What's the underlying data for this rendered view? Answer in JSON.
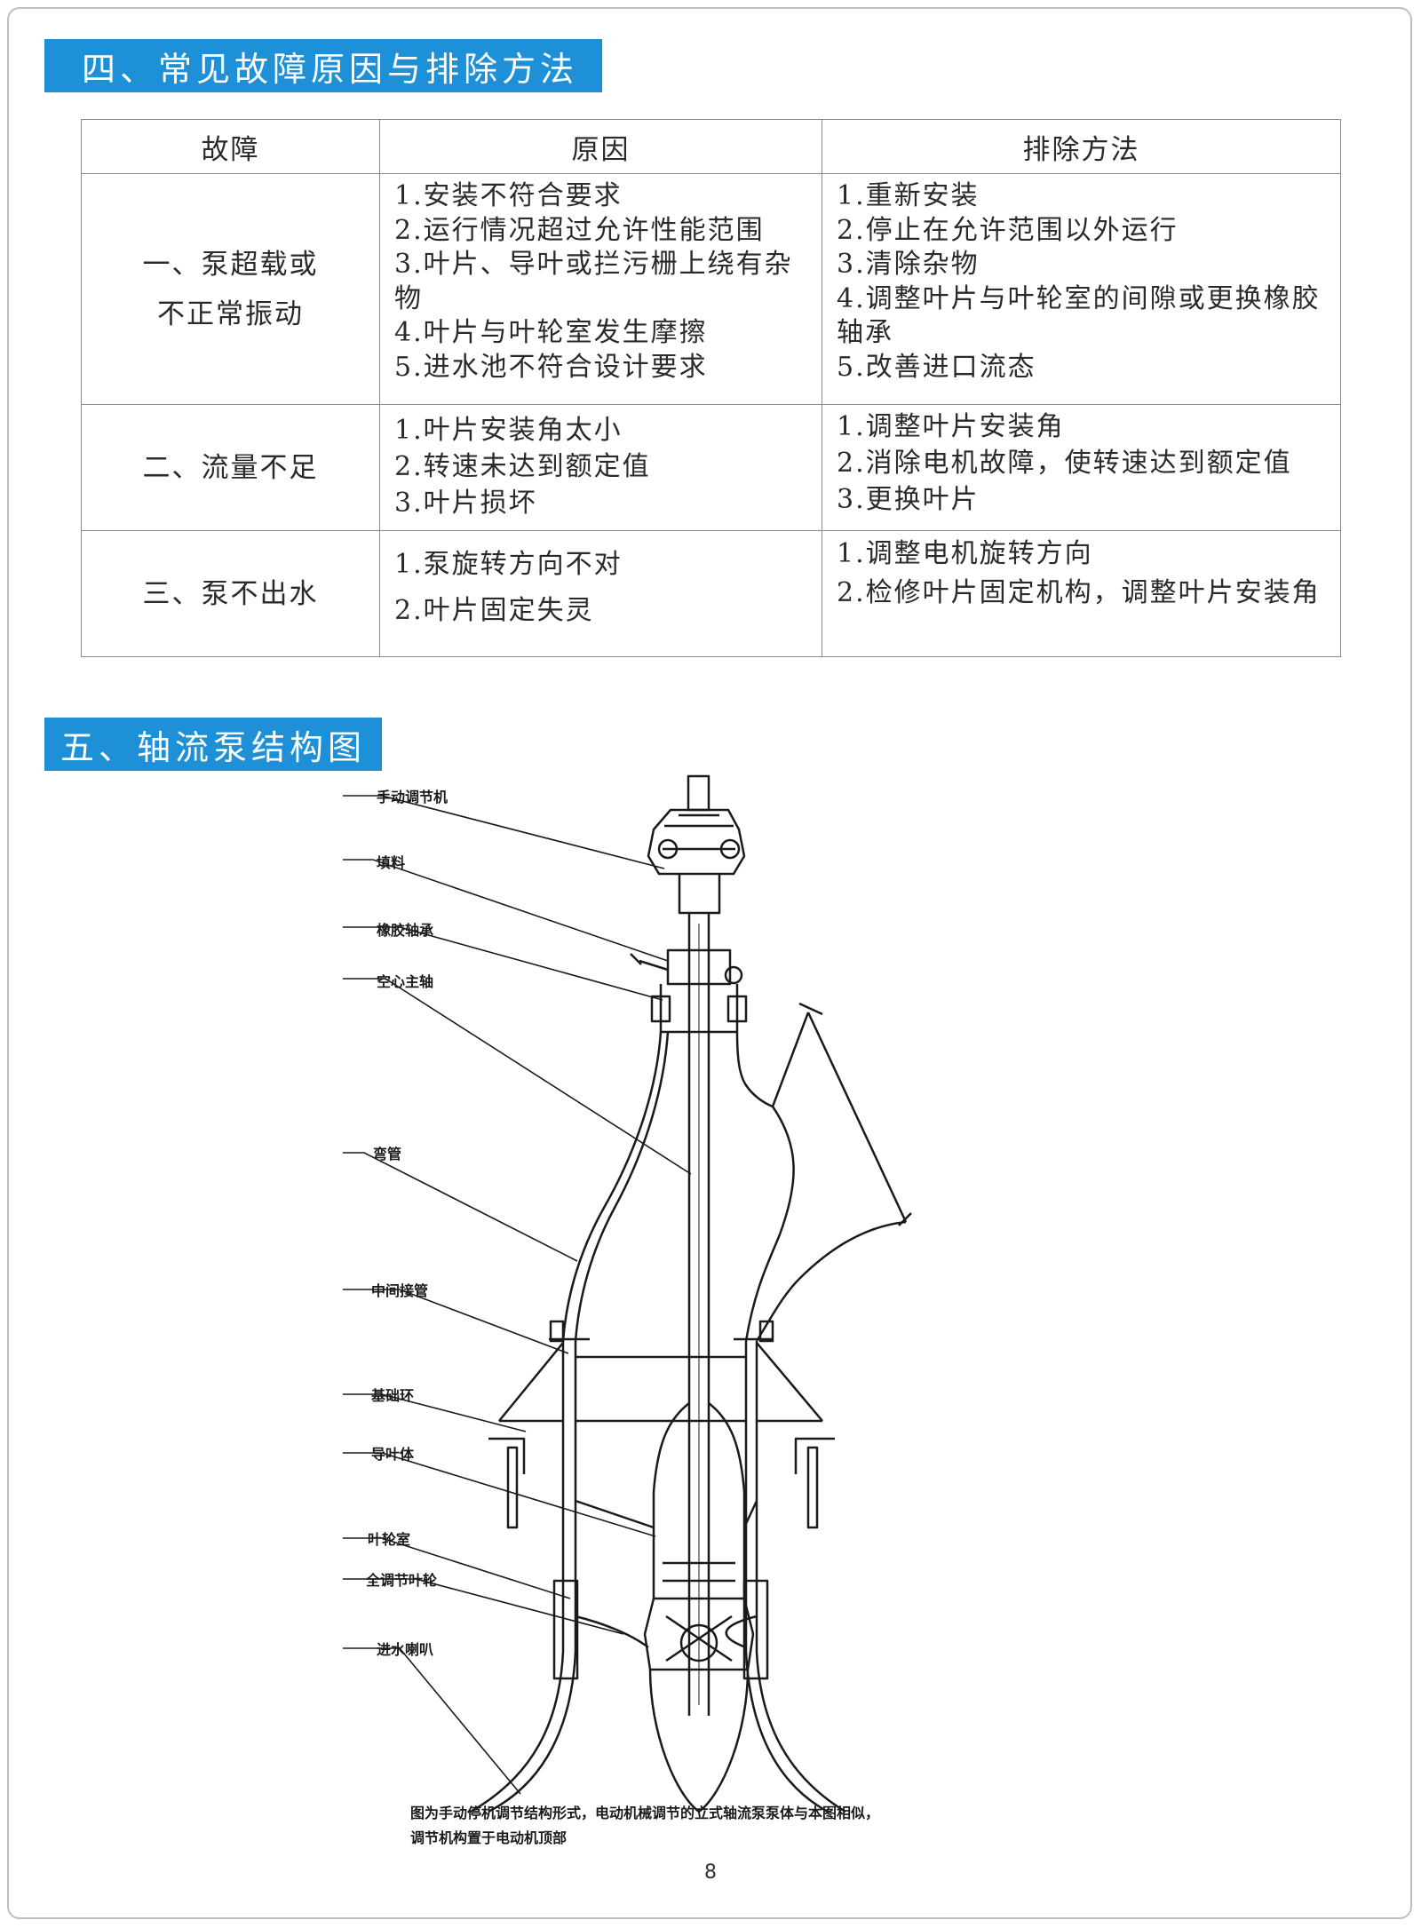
{
  "section4": {
    "title": "四、常见故障原因与排除方法"
  },
  "table": {
    "headers": [
      "故障",
      "原因",
      "排除方法"
    ],
    "rows": [
      {
        "fault": [
          "一、泵超载或",
          "不正常振动"
        ],
        "causes": [
          "1.安装不符合要求",
          "2.运行情况超过允许性能范围",
          "3.叶片、导叶或拦污栅上绕有杂物",
          "4.叶片与叶轮室发生摩擦",
          "5.进水池不符合设计要求"
        ],
        "remedies": [
          "1.重新安装",
          "2.停止在允许范围以外运行",
          "3.清除杂物",
          "4.调整叶片与叶轮室的间隙或更换橡胶轴承",
          "5.改善进口流态"
        ]
      },
      {
        "fault": [
          "二、流量不足"
        ],
        "causes": [
          "1.叶片安装角太小",
          "2.转速未达到额定值",
          "3.叶片损坏"
        ],
        "remedies": [
          "1.调整叶片安装角",
          "2.消除电机故障，使转速达到额定值",
          "3.更换叶片"
        ]
      },
      {
        "fault": [
          "三、泵不出水"
        ],
        "causes": [
          "1.泵旋转方向不对",
          "2.叶片固定失灵"
        ],
        "remedies": [
          "1.调整电机旋转方向",
          "2.检修叶片固定机构，调整叶片安装角"
        ]
      }
    ]
  },
  "section5": {
    "title": "五、轴流泵结构图"
  },
  "diagram": {
    "labels": [
      "手动调节机",
      "填料",
      "橡胶轴承",
      "空心主轴",
      "弯管",
      "中间接管",
      "基础环",
      "导叶体",
      "叶轮室",
      "全调节叶轮",
      "进水喇叭"
    ],
    "caption_line1": "图为手动停机调节结构形式，电动机械调节的立式轴流泵泵体与本图相似，",
    "caption_line2": "调节机构置于电动机顶部"
  },
  "page_number": "8"
}
